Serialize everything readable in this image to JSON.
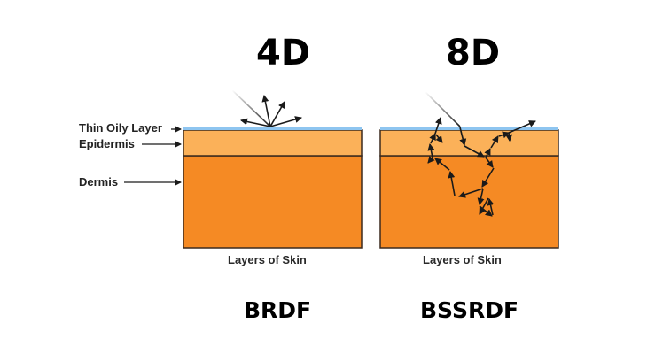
{
  "colors": {
    "oily_layer": "#8ec5f0",
    "epidermis": "#fbb159",
    "dermis": "#f58a24",
    "outline": "#3b2a1e"
  },
  "left_panel": {
    "dimension": "4D",
    "caption": "Layers of Skin",
    "model": "BRDF"
  },
  "right_panel": {
    "dimension": "8D",
    "caption": "Layers of Skin",
    "model": "BSSRDF"
  },
  "layer_labels": {
    "oily": "Thin Oily Layer",
    "epidermis": "Epidermis",
    "dermis": "Dermis"
  }
}
